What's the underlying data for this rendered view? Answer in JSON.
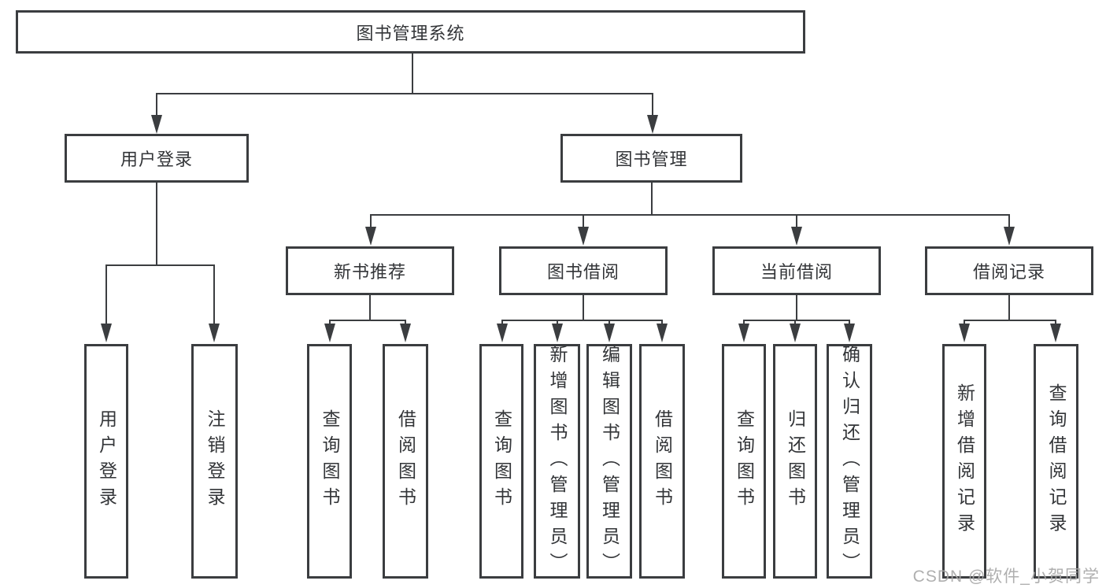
{
  "diagram_title": "图书管理系统",
  "colors": {
    "line": "#3b3d40",
    "text": "#333538",
    "background": "#ffffff",
    "watermark": "#a7a7a7"
  },
  "nodes": {
    "root": {
      "label": "图书管理系统"
    },
    "user_login": {
      "label": "用户登录"
    },
    "book_mgmt": {
      "label": "图书管理"
    },
    "new_books": {
      "label": "新书推荐"
    },
    "book_borrow": {
      "label": "图书借阅"
    },
    "current_borrow": {
      "label": "当前借阅"
    },
    "borrow_records": {
      "label": "借阅记录"
    }
  },
  "leaves": [
    {
      "label": "用户登录",
      "parent": "用户登录"
    },
    {
      "label": "注销登录",
      "parent": "用户登录"
    },
    {
      "label": "查询图书",
      "parent": "新书推荐"
    },
    {
      "label": "借阅图书",
      "parent": "新书推荐"
    },
    {
      "label": "查询图书",
      "parent": "图书借阅"
    },
    {
      "label": "新增图书（管理员）",
      "parent": "图书借阅"
    },
    {
      "label": "编辑图书（管理员）",
      "parent": "图书借阅"
    },
    {
      "label": "借阅图书",
      "parent": "图书借阅"
    },
    {
      "label": "查询图书",
      "parent": "当前借阅"
    },
    {
      "label": "归还图书",
      "parent": "当前借阅"
    },
    {
      "label": "确认归还（管理员）",
      "parent": "当前借阅"
    },
    {
      "label": "新增借阅记录",
      "parent": "借阅记录"
    },
    {
      "label": "查询借阅记录",
      "parent": "借阅记录"
    }
  ],
  "watermark": "CSDN @软件_小贺同学"
}
